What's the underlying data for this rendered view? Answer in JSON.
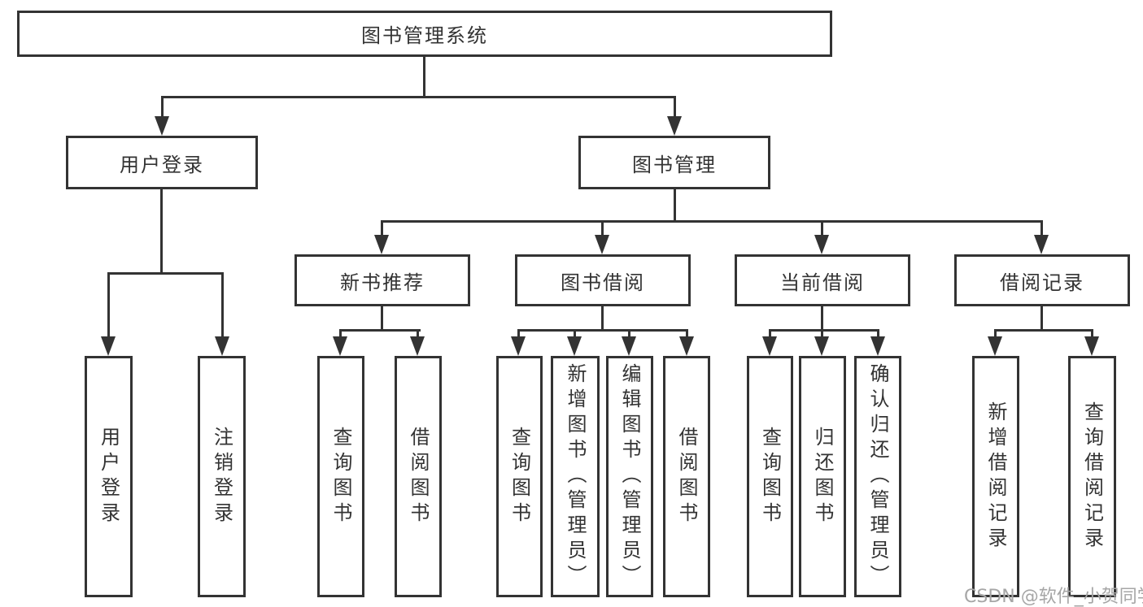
{
  "nodes": {
    "root": "图书管理系统",
    "user_login": "用户登录",
    "book_mgmt": "图书管理",
    "new_book_rec": "新书推荐",
    "book_borrow": "图书借阅",
    "current_borrow": "当前借阅",
    "borrow_records": "借阅记录",
    "leaf_user_login": "用户登录",
    "leaf_logout": "注销登录",
    "leaf_nbr_query": "查询图书",
    "leaf_nbr_borrow": "借阅图书",
    "leaf_bb_query": "查询图书",
    "leaf_bb_add": "新增图书（管理员）",
    "leaf_bb_edit": "编辑图书（管理员）",
    "leaf_bb_borrow": "借阅图书",
    "leaf_cb_query": "查询图书",
    "leaf_cb_return": "归还图书",
    "leaf_cb_confirm": "确认归还（管理员）",
    "leaf_br_add": "新增借阅记录",
    "leaf_br_query": "查询借阅记录"
  },
  "watermark": "CSDN @软件_小贺同学",
  "colors": {
    "line": "#333333",
    "text": "#333333",
    "background": "#ffffff",
    "watermark": "#a6a6a6"
  }
}
